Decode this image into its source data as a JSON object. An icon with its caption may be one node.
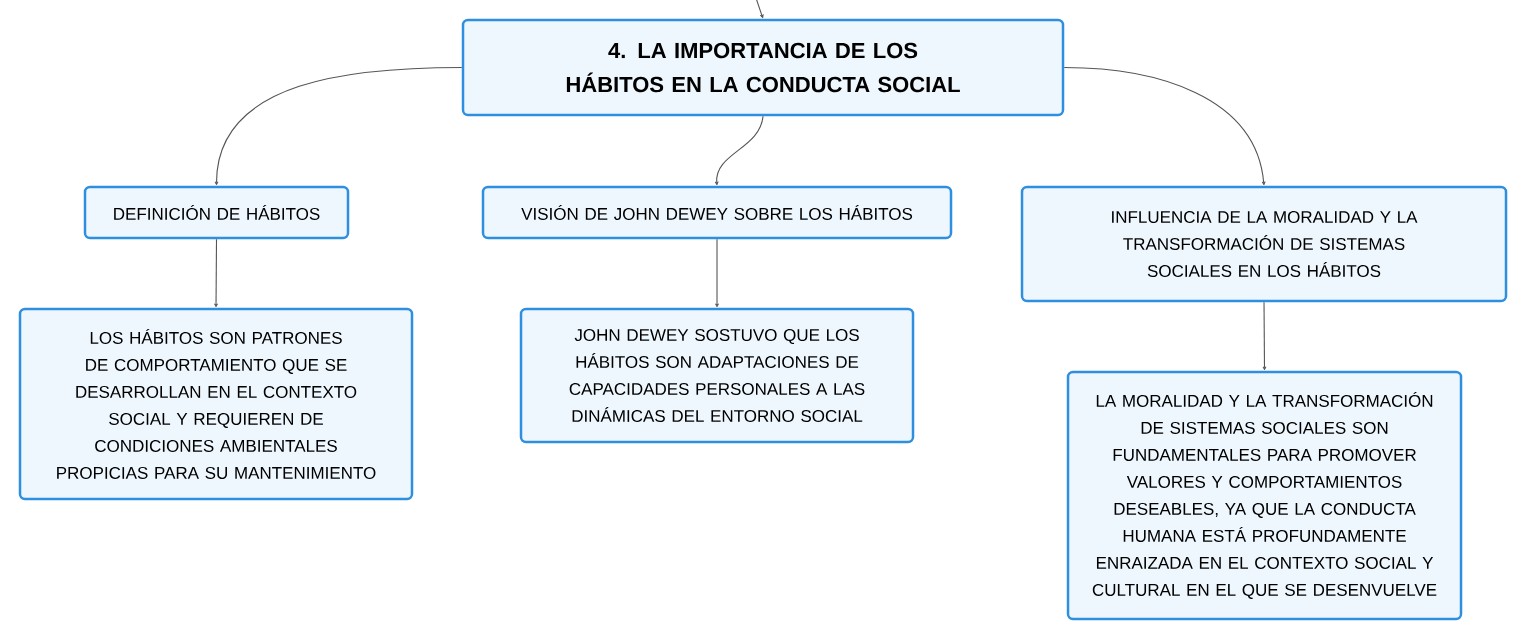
{
  "diagram": {
    "nodes": [
      {
        "text": [
          "4. LA IMPORTANCIA DE LOS HÁBITOS EN LA CONDUCTA SOCIAL"
        ]
      },
      {
        "text": [
          "DEFINICIÓN DE HÁBITOS"
        ]
      },
      {
        "text": [
          "VISIÓN DE JOHN DEWEY SOBRE LOS HÁBITOS"
        ]
      },
      {
        "text": [
          "INFLUENCIA DE LA MORALIDAD Y LA TRANSFORMACIÓN DE SISTEMAS SOCIALES EN LOS HÁBITOS"
        ]
      },
      {
        "text": [
          "LOS HÁBITOS SON PATRONES DE COMPORTAMIENTO QUE SE DESARROLLAN EN EL CONTEXTO SOCIAL Y REQUIEREN DE CONDICIONES AMBIENTALES PROPICIAS PARA SU MANTENIMIENTO"
        ]
      },
      {
        "text": [
          "JOHN DEWEY SOSTUVO QUE LOS HÁBITOS SON ADAPTACIONES DE CAPACIDADES PERSONALES A LAS DINÁMICAS DEL ENTORNO SOCIAL"
        ]
      },
      {
        "text": [
          "LA MORALIDAD Y LA TRANSFORMACIÓN DE SISTEMAS SOCIALES SON FUNDAMENTALES PARA PROMOVER VALORES Y COMPORTAMIENTOS DESEABLES, YA QUE LA CONDUCTA HUMANA ESTÁ PROFUNDAMENTE ENRAIZADA EN EL CONTEXTO SOCIAL Y CULTURAL EN EL QUE SE DESENVUELVE"
        ]
      }
    ],
    "edges": [
      {
        "from": null,
        "to": 0,
        "arrow": "to"
      },
      {
        "from": 0,
        "to": 1,
        "arrow": "to"
      },
      {
        "from": 0,
        "to": 2,
        "arrow": "to"
      },
      {
        "from": 0,
        "to": 3,
        "arrow": "to"
      },
      {
        "from": 1,
        "to": 4,
        "arrow": "to"
      },
      {
        "from": 2,
        "to": 5,
        "arrow": "to"
      },
      {
        "from": 3,
        "to": 6,
        "arrow": "to"
      }
    ]
  }
}
